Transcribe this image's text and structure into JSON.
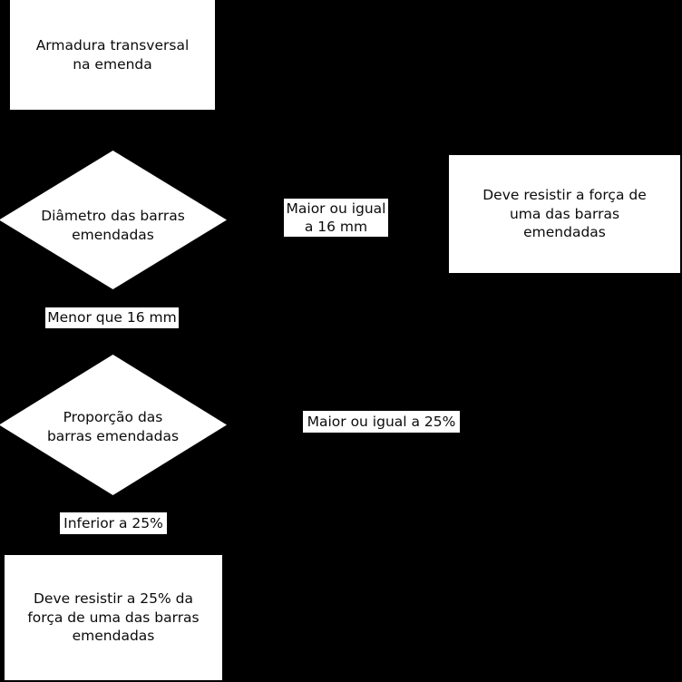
{
  "diagram": {
    "title": "Armadura transversal na emenda",
    "background_color": "#000000",
    "node_fill_color": "#ffffff",
    "node_text_color": "#0b0b0b",
    "nodes": [
      {
        "id": "start",
        "type": "process",
        "text": "Armadura transversal\nna emenda"
      },
      {
        "id": "decision-diametro",
        "type": "decision",
        "text": "Diâmetro das barras\nemendadas"
      },
      {
        "id": "result-forca-total",
        "type": "process",
        "text": "Deve resistir a força de\numa das barras\nemendadas"
      },
      {
        "id": "decision-proporcao",
        "type": "decision",
        "text": "Proporção das\nbarras emendadas"
      },
      {
        "id": "result-forca-25",
        "type": "process",
        "text": "Deve resistir a 25% da\nforça de uma das barras\nemendadas"
      }
    ],
    "edge_labels": [
      {
        "id": "maior-igual-16mm",
        "text": "Maior ou igual\na 16 mm"
      },
      {
        "id": "menor-que-16mm",
        "text": "Menor que 16 mm"
      },
      {
        "id": "maior-igual-25pct",
        "text": "Maior ou igual a 25%"
      },
      {
        "id": "inferior-25pct",
        "text": "Inferior a 25%"
      }
    ]
  }
}
